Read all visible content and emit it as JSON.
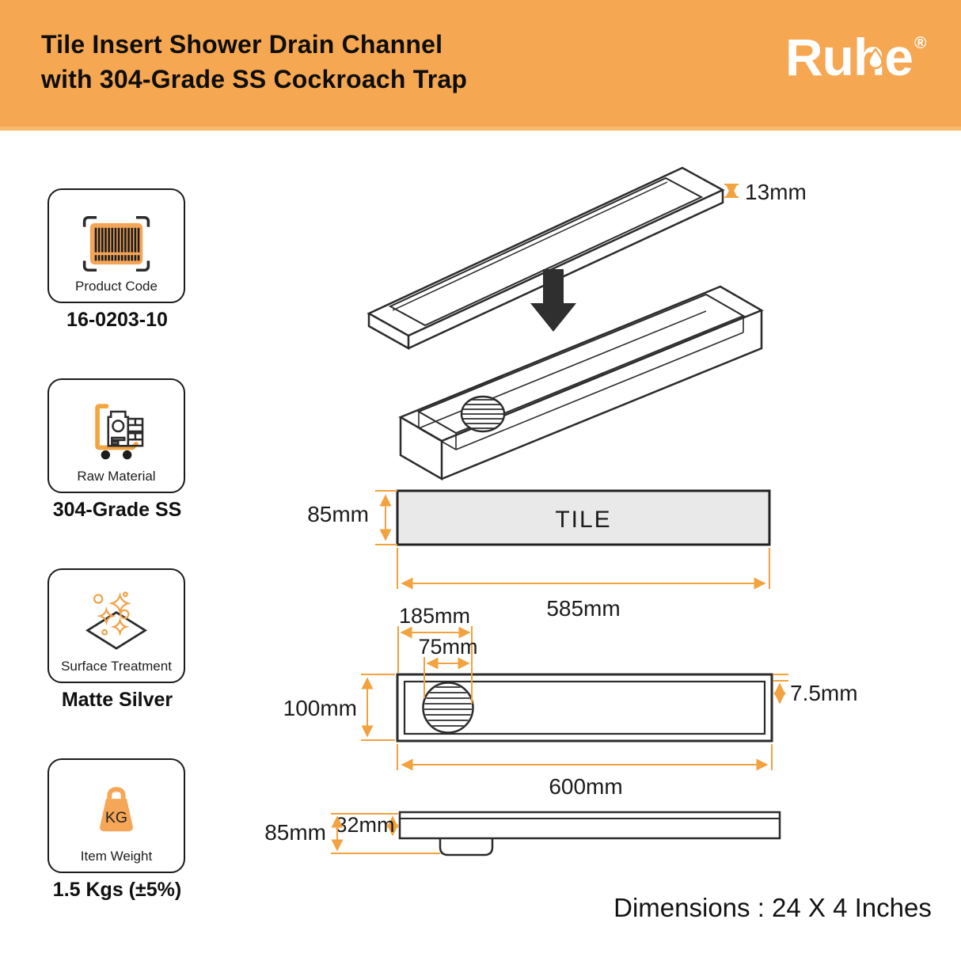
{
  "header": {
    "title_line1": "Tile Insert Shower Drain Channel",
    "title_line2": "with 304-Grade SS Cockroach Trap",
    "brand": "Ruhe",
    "registered_mark": "®"
  },
  "spec_cards": [
    {
      "icon": "barcode-icon",
      "label": "Product Code",
      "value": "16-0203-10"
    },
    {
      "icon": "trolley-icon",
      "label": "Raw Material",
      "value": "304-Grade SS"
    },
    {
      "icon": "sparkle-diamond-icon",
      "label": "Surface Treatment",
      "value": "Matte Silver"
    },
    {
      "icon": "weight-icon",
      "icon_text": "KG",
      "label": "Item Weight",
      "value": "1.5 Kgs (±5%)"
    }
  ],
  "diagram": {
    "exploded_view": {
      "insert_thickness": "13mm"
    },
    "tile_section": {
      "label": "TILE",
      "height": "85mm",
      "length": "585mm"
    },
    "top_view": {
      "drain_center_offset": "185mm",
      "drain_diameter": "75mm",
      "width": "100mm",
      "length": "600mm",
      "frame_border": "7.5mm"
    },
    "side_view": {
      "total_height": "85mm",
      "channel_height": "32mm"
    }
  },
  "footer": {
    "dimensions_label": "Dimensions : 24 X 4 Inches"
  },
  "colors": {
    "header_orange": "#F6A751",
    "icon_orange": "#F3A558",
    "dimension_orange": "#F2A23E",
    "line_dark": "#2B2B2B",
    "tile_fill": "#E9E9E9"
  }
}
